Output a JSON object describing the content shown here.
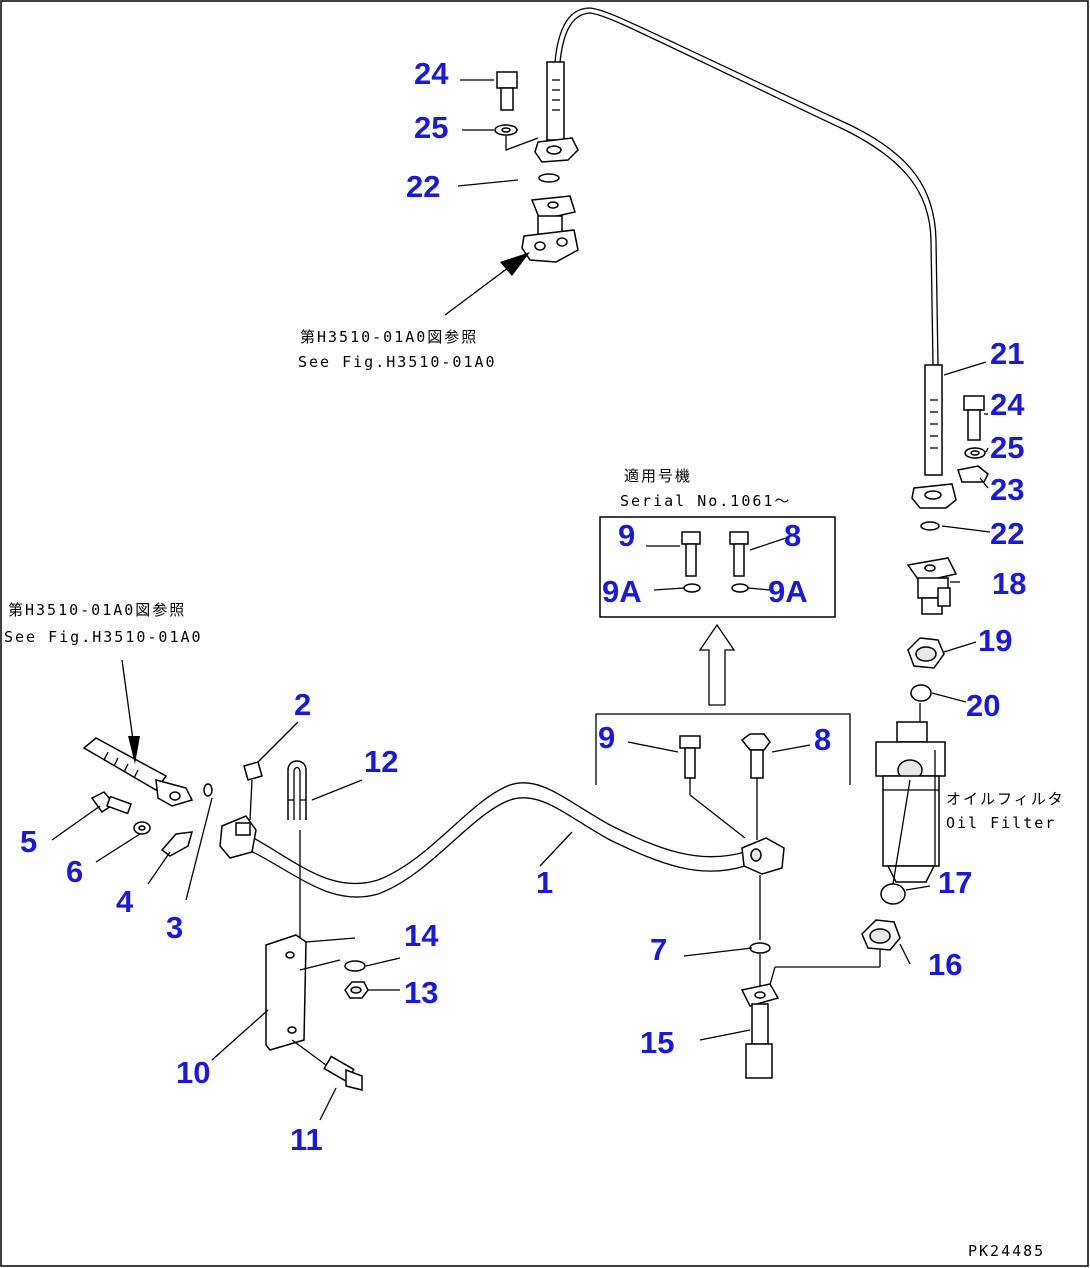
{
  "callouts": [
    {
      "id": "c1",
      "label": "1"
    },
    {
      "id": "c2",
      "label": "2"
    },
    {
      "id": "c3",
      "label": "3"
    },
    {
      "id": "c4",
      "label": "4"
    },
    {
      "id": "c5",
      "label": "5"
    },
    {
      "id": "c6",
      "label": "6"
    },
    {
      "id": "c7",
      "label": "7"
    },
    {
      "id": "c8a",
      "label": "8"
    },
    {
      "id": "c8b",
      "label": "8"
    },
    {
      "id": "c9a",
      "label": "9"
    },
    {
      "id": "c9b",
      "label": "9"
    },
    {
      "id": "c9Aa",
      "label": "9A"
    },
    {
      "id": "c9Ab",
      "label": "9A"
    },
    {
      "id": "c10",
      "label": "10"
    },
    {
      "id": "c11",
      "label": "11"
    },
    {
      "id": "c12",
      "label": "12"
    },
    {
      "id": "c13",
      "label": "13"
    },
    {
      "id": "c14",
      "label": "14"
    },
    {
      "id": "c15",
      "label": "15"
    },
    {
      "id": "c16",
      "label": "16"
    },
    {
      "id": "c17",
      "label": "17"
    },
    {
      "id": "c18",
      "label": "18"
    },
    {
      "id": "c19",
      "label": "19"
    },
    {
      "id": "c20",
      "label": "20"
    },
    {
      "id": "c21",
      "label": "21"
    },
    {
      "id": "c22a",
      "label": "22"
    },
    {
      "id": "c22b",
      "label": "22"
    },
    {
      "id": "c23",
      "label": "23"
    },
    {
      "id": "c24a",
      "label": "24"
    },
    {
      "id": "c24b",
      "label": "24"
    },
    {
      "id": "c25a",
      "label": "25"
    },
    {
      "id": "c25b",
      "label": "25"
    }
  ],
  "notes": {
    "ref_top_jp": "第H3510-01A0図参照",
    "ref_top_en": "See Fig.H3510-01A0",
    "ref_left_jp": "第H3510-01A0図参照",
    "ref_left_en": "See Fig.H3510-01A0",
    "serial_jp": "適用号機",
    "serial_en": "Serial No.1061～",
    "filter_jp": "オイルフィルタ",
    "filter_en": "Oil Filter",
    "drawing_code": "PK24485"
  },
  "colors": {
    "callout": "#1a1ad0",
    "line": "#000000"
  }
}
